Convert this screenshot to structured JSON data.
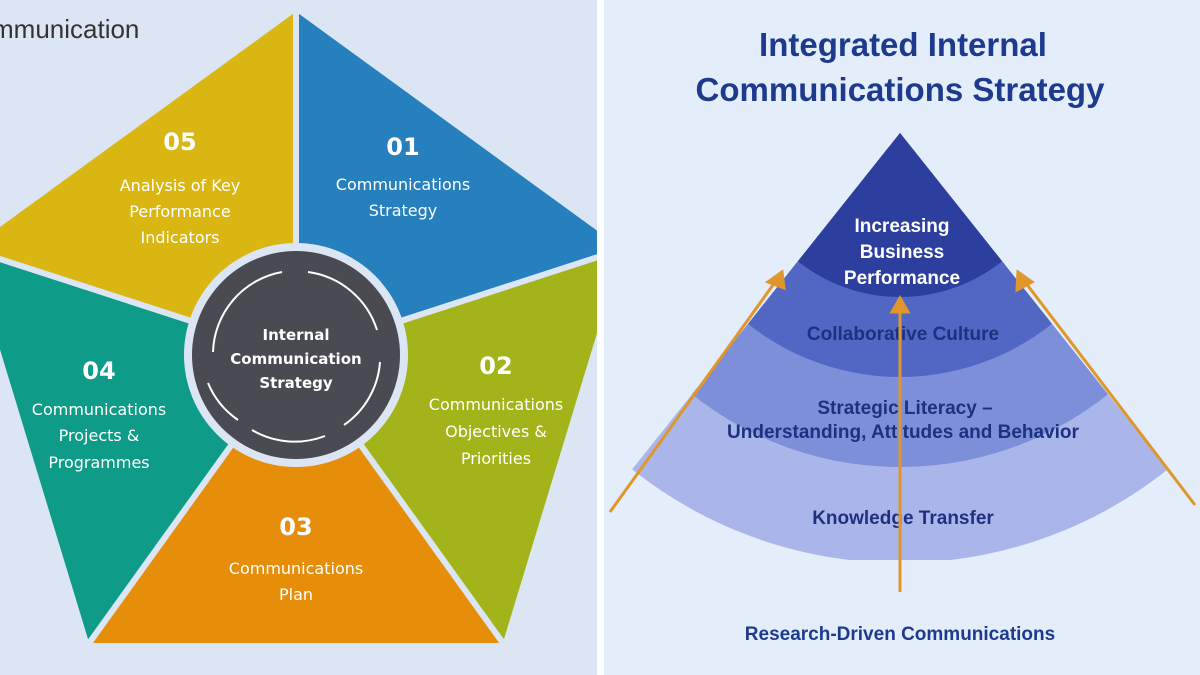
{
  "left": {
    "heading_fragment": "mmunication",
    "center": [
      "Internal",
      "Communication",
      "Strategy"
    ],
    "segments": [
      {
        "num": "01",
        "lines": [
          "Communications",
          "Strategy"
        ],
        "color": "#2580bd"
      },
      {
        "num": "02",
        "lines": [
          "Communications",
          "Objectives &",
          "Priorities"
        ],
        "color": "#a3b31a"
      },
      {
        "num": "03",
        "lines": [
          "Communications",
          "Plan"
        ],
        "color": "#e68e0a"
      },
      {
        "num": "04",
        "lines": [
          "Communications",
          "Projects &",
          "Programmes"
        ],
        "color": "#0e9b87"
      },
      {
        "num": "05",
        "lines": [
          "Analysis of Key",
          "Performance",
          "Indicators"
        ],
        "color": "#d9b611"
      }
    ]
  },
  "right": {
    "title": [
      "Integrated Internal",
      "Communications Strategy"
    ],
    "layers": {
      "top": [
        "Increasing",
        "Business",
        "Performance"
      ],
      "second": "Collaborative Culture",
      "third": [
        "Strategic Literacy –",
        "Understanding, Attitudes and Behavior"
      ],
      "base": "Knowledge Transfer"
    },
    "footer": "Research-Driven Communications",
    "arrow_color": "#e0962a"
  }
}
